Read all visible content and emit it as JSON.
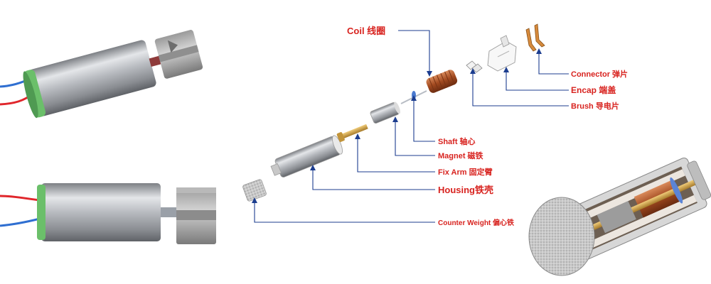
{
  "labels": {
    "coil": "Coil 线圈",
    "connector": "Connector 弹片",
    "encap": "Encap 端盖",
    "brush": "Brush 导电片",
    "shaft": "Shaft 轴心",
    "magnet": "Magnet 磁铁",
    "fix_arm": "Fix Arm 固定臂",
    "housing": "Housing铁壳",
    "counter_weight": "Counter Weight 偏心铁"
  },
  "colors": {
    "label_text": "#d8231f",
    "leader_line": "#1c3d8f",
    "wire_red": "#e0262b",
    "wire_blue": "#2f6fd1",
    "motor_body": "#c2c4c8",
    "end_cap_green": "#6bbf6a",
    "coil_copper": "#b4562a",
    "brass": "#d2a144"
  }
}
